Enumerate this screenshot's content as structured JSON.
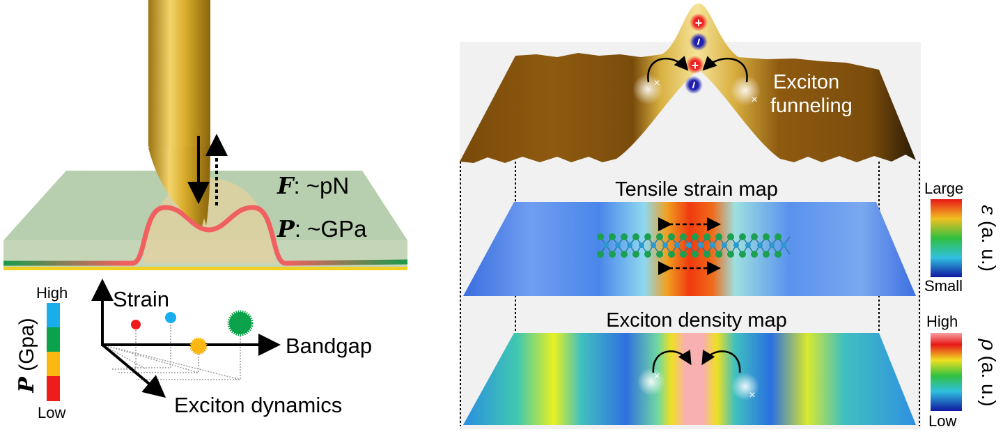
{
  "left_panel": {
    "force_label_symbol": "F",
    "force_label_value": ": ~pN",
    "pressure_label_symbol": "P",
    "pressure_label_value": ": ~GPa",
    "pressure_scale": {
      "axis_symbol": "P",
      "axis_unit": " (Gpa)",
      "high_label": "High",
      "low_label": "Low",
      "colors": [
        "#19aeea",
        "#0aa24b",
        "#fbb812",
        "#ef1c1c"
      ]
    },
    "axes": {
      "vertical_label": "Strain",
      "horizontal_label": "Bandgap",
      "diagonal_label": "Exciton dynamics"
    }
  },
  "right_panel": {
    "funneling_label_line1": "Exciton",
    "funneling_label_line2": "funneling",
    "strain_map_title": "Tensile strain map",
    "density_map_title": "Exciton density map",
    "strain_colorbar": {
      "top_label": "Large",
      "bottom_label": "Small",
      "axis_symbol": "ε",
      "axis_unit": " (a. u.)"
    },
    "density_colorbar": {
      "top_label": "High",
      "bottom_label": "Low",
      "axis_symbol": "ρ",
      "axis_unit": " (a. u.)"
    },
    "charge_plus": "+",
    "charge_minus": "−",
    "charge_cross": "×"
  }
}
